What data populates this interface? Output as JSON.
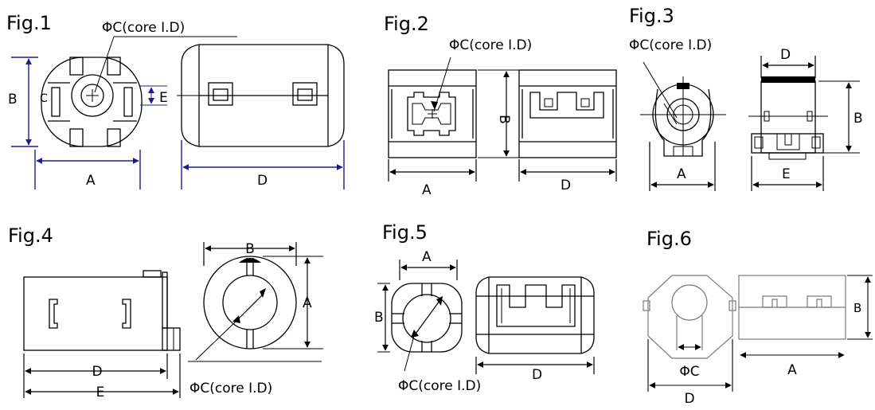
{
  "colors": {
    "outline": "#000000",
    "part_fill": "#ffffff",
    "dimension_blue": "#1c1c8c",
    "dimension_black": "#000000",
    "background": "#ffffff"
  },
  "figures": [
    {
      "id": "fig1",
      "title": "Fig.1",
      "labels": {
        "core_id": "ΦC(core I.D)",
        "a": "A",
        "b": "B",
        "d": "D",
        "e": "E"
      }
    },
    {
      "id": "fig2",
      "title": "Fig.2",
      "labels": {
        "core_id": "ΦC(core I.D)",
        "a": "A",
        "b": "B",
        "d": "D"
      }
    },
    {
      "id": "fig3",
      "title": "Fig.3",
      "labels": {
        "core_id": "ΦC(core I.D)",
        "a": "A",
        "b": "B",
        "d": "D",
        "e": "E"
      }
    },
    {
      "id": "fig4",
      "title": "Fig.4",
      "labels": {
        "core_id": "ΦC(core I.D)",
        "a": "A",
        "b": "B",
        "d": "D",
        "e": "E"
      }
    },
    {
      "id": "fig5",
      "title": "Fig.5",
      "labels": {
        "core_id": "ΦC(core I.D)",
        "a": "A",
        "b": "B",
        "d": "D"
      }
    },
    {
      "id": "fig6",
      "title": "Fig.6",
      "labels": {
        "c": "ΦC",
        "a": "A",
        "b": "B",
        "d": "D"
      }
    }
  ]
}
